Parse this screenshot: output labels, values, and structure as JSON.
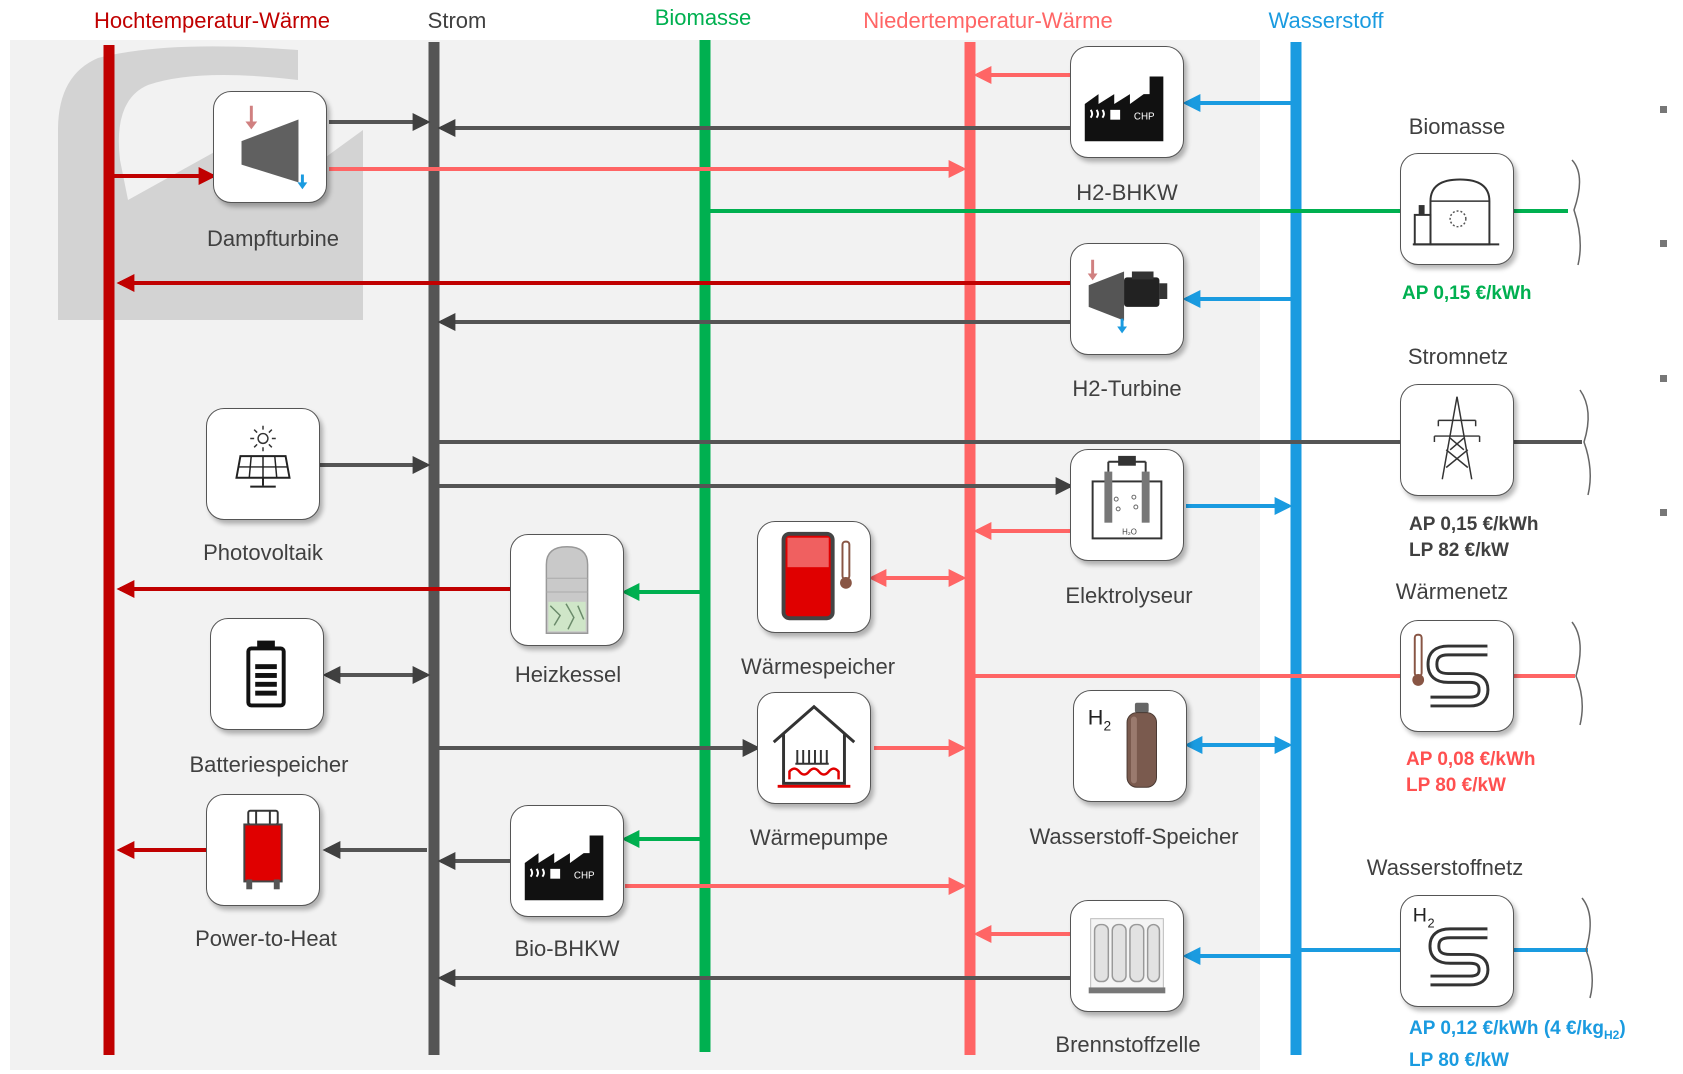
{
  "buses": [
    {
      "id": "ht",
      "label": "Hochtemperatur-Wärme",
      "color": "#c00000"
    },
    {
      "id": "strom",
      "label": "Strom",
      "color": "#404040"
    },
    {
      "id": "bio",
      "label": "Biomasse",
      "color": "#00b050"
    },
    {
      "id": "nt",
      "label": "Niedertemperatur-Wärme",
      "color": "#ff6565"
    },
    {
      "id": "h2",
      "label": "Wasserstoff",
      "color": "#1a9be0"
    }
  ],
  "components": {
    "dampfturbine": {
      "label": "Dampfturbine",
      "icon": "steam-turbine-icon"
    },
    "photovoltaik": {
      "label": "Photovoltaik",
      "icon": "solar-panel-icon"
    },
    "batteriespeicher": {
      "label": "Batteriespeicher",
      "icon": "battery-icon"
    },
    "power_to_heat": {
      "label": "Power-to-Heat",
      "icon": "heating-rod-tank-icon"
    },
    "heizkessel": {
      "label": "Heizkessel",
      "icon": "boiler-icon"
    },
    "bio_bhkw": {
      "label": "Bio-BHKW",
      "icon": "chp-plant-icon"
    },
    "waermespeicher": {
      "label": "Wärmespeicher",
      "icon": "heat-storage-icon"
    },
    "waermepumpe": {
      "label": "Wärmepumpe",
      "icon": "heat-pump-icon"
    },
    "h2_bhkw": {
      "label": "H2-BHKW",
      "icon": "chp-plant-icon"
    },
    "h2_turbine": {
      "label": "H2-Turbine",
      "icon": "gas-turbine-icon"
    },
    "elektrolyseur": {
      "label": "Elektrolyseur",
      "icon": "electrolyser-icon"
    },
    "wasserstoff_speicher": {
      "label": "Wasserstoff-Speicher",
      "icon": "hydrogen-tank-icon",
      "h2_text": "H",
      "h2_sub": "2"
    },
    "brennstoffzelle": {
      "label": "Brennstoffzelle",
      "icon": "fuel-cell-icon"
    }
  },
  "sources": {
    "biomasse": {
      "label": "Biomasse",
      "icon": "biogas-plant-icon",
      "price_lines": [
        "AP 0,15 €/kWh"
      ],
      "color": "#00b050"
    },
    "stromnetz": {
      "label": "Stromnetz",
      "icon": "power-pylon-icon",
      "price_lines": [
        "AP 0,15 €/kWh",
        "LP 82 €/kW"
      ],
      "color": "#404040"
    },
    "waermenetz": {
      "label": "Wärmenetz",
      "icon": "district-heating-icon",
      "price_lines": [
        "AP 0,08 €/kWh",
        "LP 80 €/kW"
      ],
      "color": "#ff5050"
    },
    "wasserstoffnetz": {
      "label": "Wasserstoffnetz",
      "icon": "hydrogen-grid-icon",
      "h2_text": "H",
      "h2_sub": "2",
      "price_line1_main": "AP 0,12 €/kWh (4 €/kg",
      "price_line1_sub": "H2",
      "price_line1_end": ")",
      "price_line2": "LP 80 €/kW",
      "color": "#1a9be0"
    }
  }
}
